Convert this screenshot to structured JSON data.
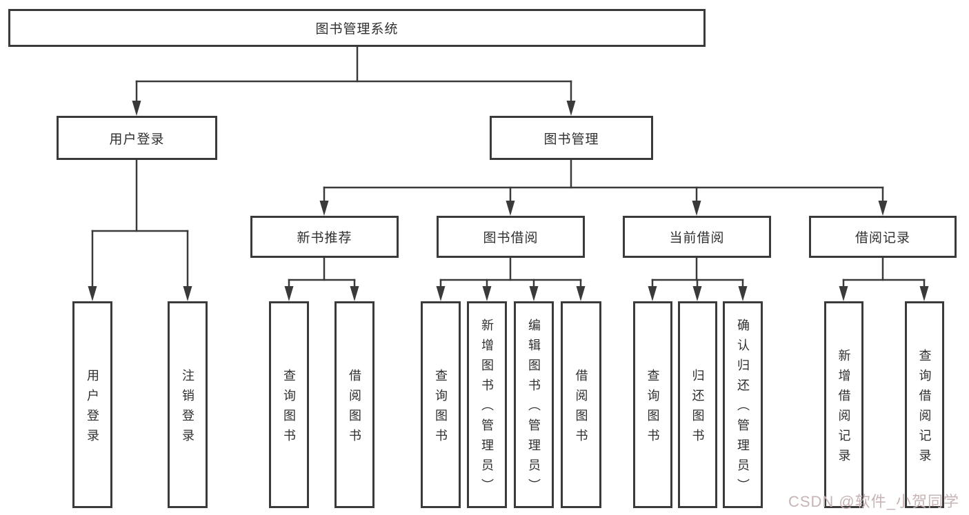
{
  "diagram": {
    "type": "tree",
    "nodes": {
      "root": "图书管理系统",
      "user_login": "用户登录",
      "book_management": "图书管理",
      "user_login_leaf": "用户登录",
      "logout_leaf": "注销登录",
      "new_book_recommend": "新书推荐",
      "book_borrow": "图书借阅",
      "current_borrow": "当前借阅",
      "borrow_record": "借阅记录",
      "nbr_query_books": "查询图书",
      "nbr_borrow_books": "借阅图书",
      "bb_query_books": "查询图书",
      "bb_add_books_admin": "新增图书（管理员）",
      "bb_edit_books_admin": "编辑图书（管理员）",
      "bb_borrow_books": "借阅图书",
      "cb_query_books": "查询图书",
      "cb_return_books": "归还图书",
      "cb_confirm_return_admin": "确认归还（管理员）",
      "br_add_record": "新增借阅记录",
      "br_query_record": "查询借阅记录"
    },
    "hierarchy": {
      "图书管理系统": {
        "用户登录": [
          "用户登录",
          "注销登录"
        ],
        "图书管理": {
          "新书推荐": [
            "查询图书",
            "借阅图书"
          ],
          "图书借阅": [
            "查询图书",
            "新增图书（管理员）",
            "编辑图书（管理员）",
            "借阅图书"
          ],
          "当前借阅": [
            "查询图书",
            "归还图书",
            "确认归还（管理员）"
          ],
          "借阅记录": [
            "新增借阅记录",
            "查询借阅记录"
          ]
        }
      }
    },
    "colors": {
      "line": "#3a3a3a",
      "box_border": "#3a3a3a",
      "box_fill": "#ffffff",
      "text": "#2f2f2f",
      "background": "#ffffff"
    }
  },
  "watermark": {
    "text": "CSDN @软件_小贺同学",
    "color": "#c8b4b4"
  }
}
